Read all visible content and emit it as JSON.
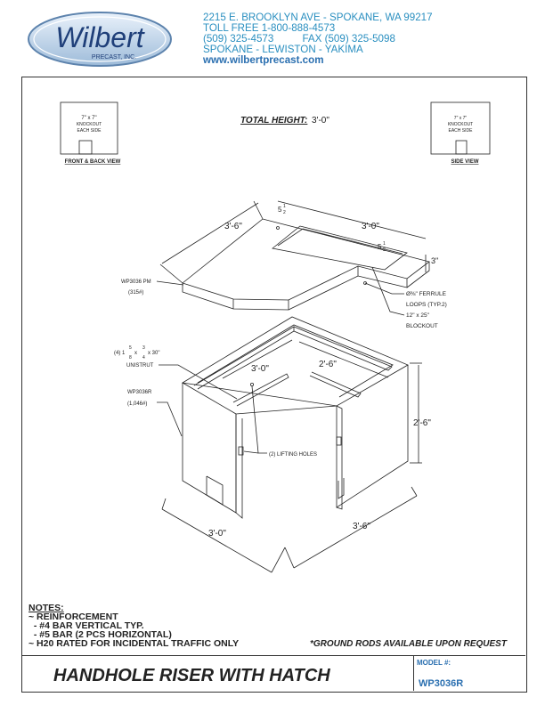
{
  "company": {
    "logo_text": "Wilbert",
    "logo_sub": "PRECAST, INC.",
    "address_lines": [
      "2215 E. BROOKLYN AVE - SPOKANE, WA 99217",
      "TOLL FREE  1-800-888-4573",
      "(509) 325-4573          FAX (509) 325-5098",
      "SPOKANE - LEWISTON - YAKIMA"
    ],
    "website": "www.wilbertprecast.com"
  },
  "views": {
    "front_back": {
      "title": "FRONT & BACK VIEW",
      "lines": [
        "7\" x 7\"",
        "KNOCKOUT",
        "EACH SIDE"
      ]
    },
    "side": {
      "title": "SIDE VIEW",
      "lines": [
        "7\" x 7\"",
        "KNOCKOUT",
        "EACH SIDE"
      ]
    }
  },
  "total_height": {
    "label": "TOTAL HEIGHT:",
    "value": "3'-0\""
  },
  "lid": {
    "dims": {
      "left": "3'-6\"",
      "right": "3'-0\"",
      "thickness": "3\""
    },
    "offset_top": {
      "whole": "5",
      "num": "1",
      "den": "2"
    },
    "offset_side": {
      "whole": "5",
      "num": "1",
      "den": "2"
    },
    "part_label": "WP3036 PM",
    "weight": "(315#)",
    "ferrule_lines": [
      "Ø⅜\" FERRULE",
      "LOOPS (TYP.2)"
    ],
    "blockout_lines": [
      "12\" x 25\"",
      "BLOCKOUT"
    ]
  },
  "riser": {
    "unistrut_line1_prefix": "(4) 1",
    "unistrut_line1_f1_num": "5",
    "unistrut_line1_f1_den": "8",
    "unistrut_line1_mid": " x ",
    "unistrut_line1_f2_num": "3",
    "unistrut_line1_f2_den": "4",
    "unistrut_line1_suffix": " x 30\"",
    "unistrut_line2": "UNISTRUT",
    "part_label": "WP3036R",
    "weight": "(1,046#)",
    "inner_left": "3'-0\"",
    "inner_right": "2'-6\"",
    "height": "2'-6\"",
    "lifting": "(2) LIFTING HOLES",
    "bottom_left": "3'-0\"",
    "bottom_right": "3'-6\""
  },
  "notes": {
    "heading": "NOTES:",
    "lines": [
      "~ REINFORCEMENT",
      "  - #4 BAR VERTICAL TYP.",
      "  - #5 BAR (2 PCS HORIZONTAL)",
      "~ H20 RATED FOR INCIDENTAL TRAFFIC ONLY"
    ]
  },
  "ground_rods": "*GROUND RODS AVAILABLE UPON REQUEST",
  "title": "HANDHOLE RISER WITH HATCH",
  "model": {
    "label": "MODEL #:",
    "value": "WP3036R"
  }
}
